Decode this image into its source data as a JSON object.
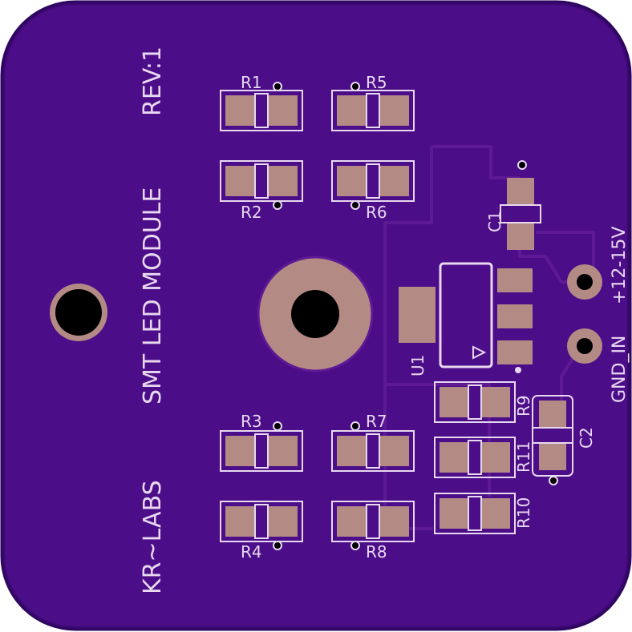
{
  "board": {
    "colors": {
      "soldermask": "#4b0d88",
      "copper": "#56137f",
      "pad": "#b48a85",
      "silkscreen": "#e8d8f0",
      "hole": "#000000"
    },
    "silkscreen": {
      "rev": "REV:1",
      "title": "SMT LED MODULE",
      "brand": "KR~LABS",
      "power_label": "+12-15V",
      "ground_label": "GND_IN"
    },
    "components": {
      "r1": "R1",
      "r2": "R2",
      "r3": "R3",
      "r4": "R4",
      "r5": "R5",
      "r6": "R6",
      "r7": "R7",
      "r8": "R8",
      "r9": "R9",
      "r10": "R10",
      "r11": "R11",
      "c1": "C1",
      "c2": "C2",
      "u1": "U1"
    }
  }
}
